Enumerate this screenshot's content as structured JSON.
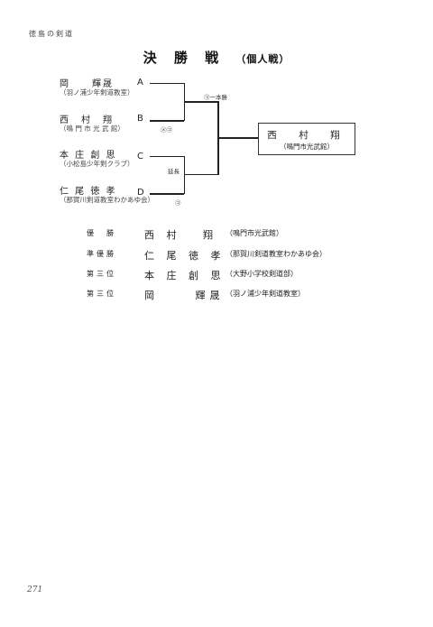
{
  "header": "徳島の剣道",
  "title": "決 勝 戦",
  "subtitle": "（個人戦）",
  "bracket": [
    {
      "name": "岡　　輝晟",
      "affiliation": "（羽ノ浦少年剣道教室）",
      "letter": "A"
    },
    {
      "name": "西　村　翔",
      "affiliation": "（鳴 門 市 光 武 館）",
      "letter": "B"
    },
    {
      "name": "本 庄 創 思",
      "affiliation": "（小松島少年剣クラブ）",
      "letter": "C"
    },
    {
      "name": "仁 尾 徳 孝",
      "affiliation": "（那賀川剣道教室わかあゆ会）",
      "letter": "D"
    }
  ],
  "notes": {
    "ippon": "㋙一本勝",
    "ab_score": "㋱㋙",
    "encho": "延長",
    "cd_score": "㋙"
  },
  "winner": {
    "name": "西　村　翔",
    "affiliation": "（鳴門市光武館）"
  },
  "results": [
    {
      "rank": "優　勝",
      "name": "西 村　 翔",
      "affiliation": "（鳴門市光武館）"
    },
    {
      "rank": "準優勝",
      "name": "仁 尾 徳 孝",
      "affiliation": "（那賀川剣道教室わかあゆ会）"
    },
    {
      "rank": "第三位",
      "name": "本 庄 創 思",
      "affiliation": "（大野小学校剣道部）"
    },
    {
      "rank": "第三位",
      "name": "岡　　 輝晟",
      "affiliation": "（羽ノ浦少年剣道教室）"
    }
  ],
  "page_number": "271"
}
